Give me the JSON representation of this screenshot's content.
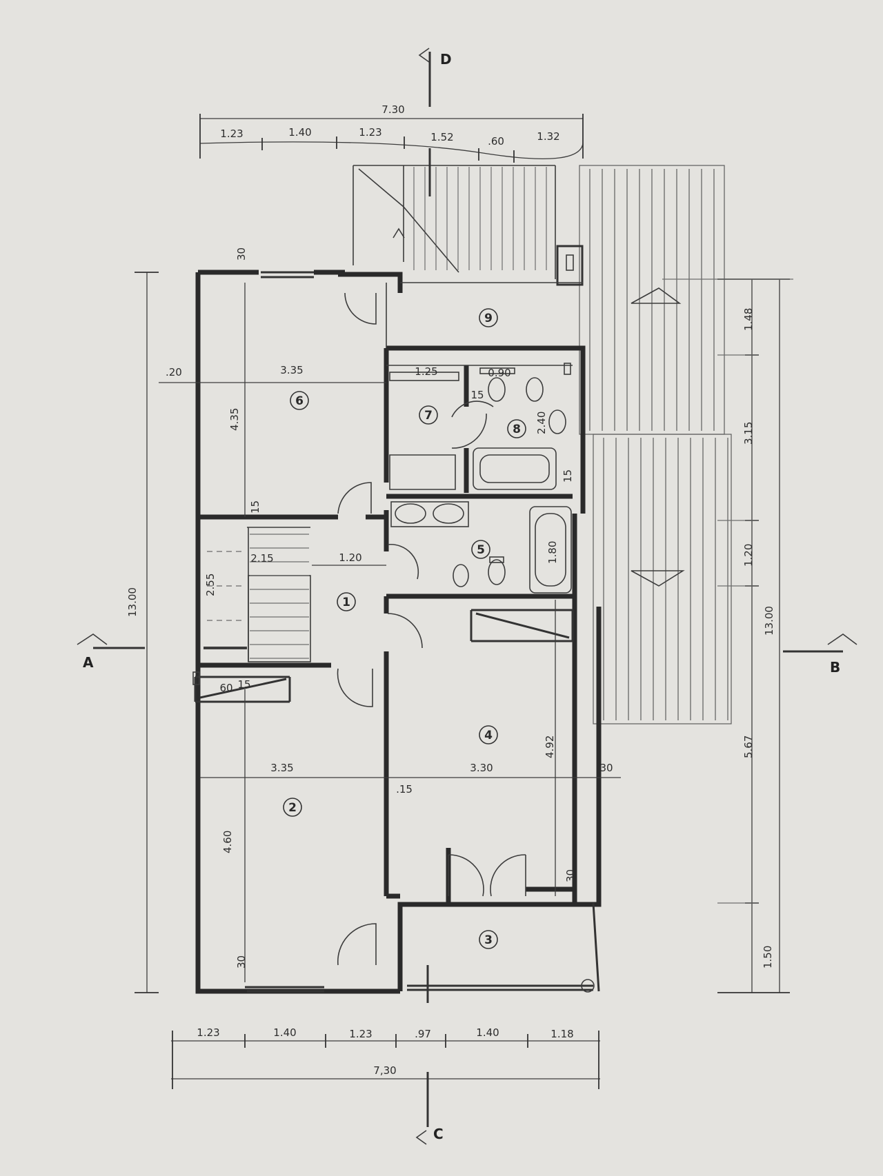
{
  "plan": {
    "dims_top": [
      "7.30",
      "1.23",
      "1.40",
      "1.23",
      "1.52",
      ".60",
      "1.32"
    ],
    "dims_bottom": [
      "1.23",
      "1.40",
      "1.23",
      ".97",
      "1.40",
      "1.18",
      "7,30"
    ],
    "dims_left": [
      "13.00"
    ],
    "dims_right": [
      "1.48",
      "3.15",
      "1.20",
      "13.00",
      "5.67",
      "1.50"
    ],
    "dims_interior": {
      "d_30a": "30",
      "d_20": ".20",
      "d_335a": "3.35",
      "d_435": "4.35",
      "d_125": "1.25",
      "d_090": "0.90",
      "d_15a": "15",
      "d_240": "2.40",
      "d_15b": "15",
      "d_15c": "15",
      "d_215": "2.15",
      "d_120": "1.20",
      "d_255": "2.55",
      "d_180": "1.80",
      "d_60": "60",
      "d_15d": "15",
      "d_335b": "3.35",
      "d_330": "3.30",
      "d_492": "4.92",
      "d_30b": "30",
      "d_15e": ".15",
      "d_460": "4.60",
      "d_30c": "30",
      "d_30d": "30"
    },
    "rooms": [
      "1",
      "2",
      "3",
      "4",
      "5",
      "6",
      "7",
      "8",
      "9"
    ],
    "sections": [
      "A",
      "B",
      "C",
      "D"
    ]
  }
}
